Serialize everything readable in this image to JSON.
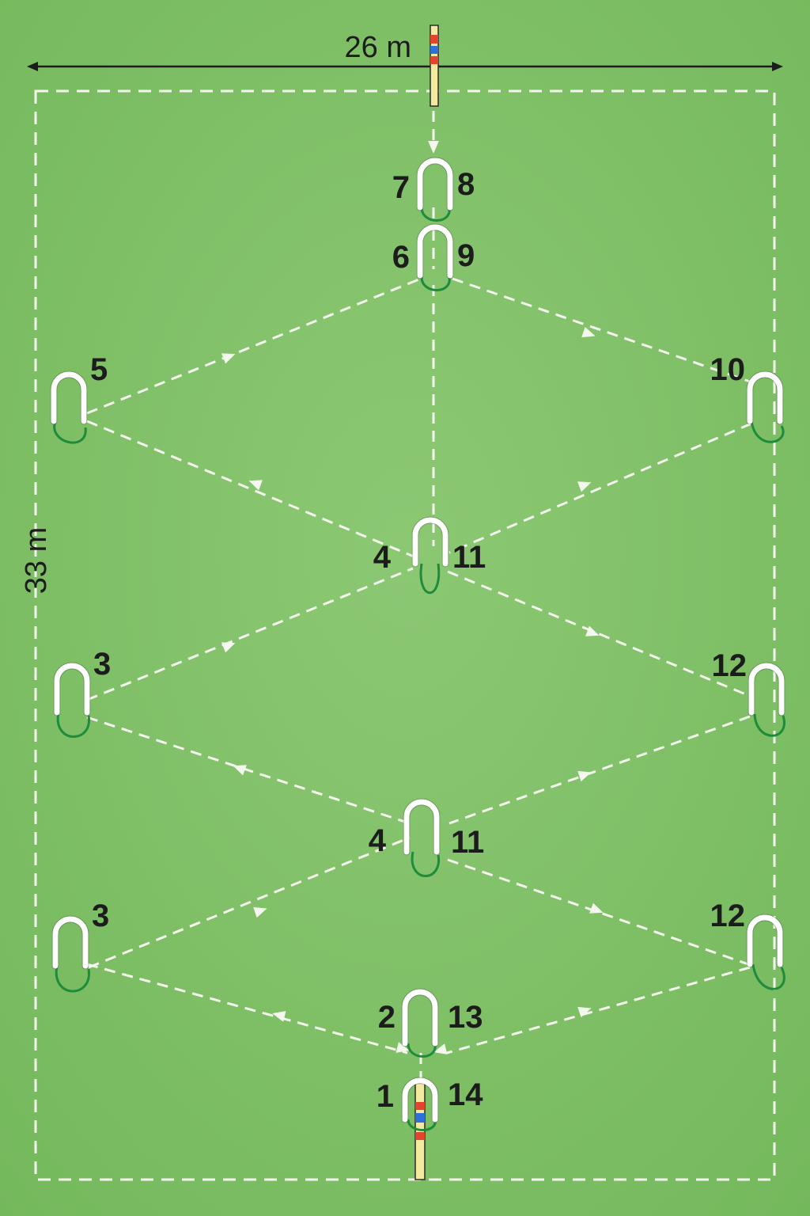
{
  "diagram": {
    "width_label": "26 m",
    "length_label": "33 m",
    "colors": {
      "grass": "#7fc066",
      "line": "#f4f7ee",
      "hoop": "#ffffff",
      "hoop_outline": "#2b2b2b",
      "hoop_base": "#1e8c3a",
      "stake_red": "#e2452e",
      "stake_blue": "#2f6fd8",
      "stake_yellow": "#f3eaa0"
    },
    "hoops": [
      {
        "id": "top-upper",
        "labels": [
          "7",
          "8"
        ]
      },
      {
        "id": "top-lower",
        "labels": [
          "6",
          "9"
        ]
      },
      {
        "id": "left-upper",
        "labels": [
          "5"
        ]
      },
      {
        "id": "right-upper",
        "labels": [
          "10"
        ]
      },
      {
        "id": "center-upper",
        "labels": [
          "4",
          "11"
        ]
      },
      {
        "id": "left-middle",
        "labels": [
          "3"
        ]
      },
      {
        "id": "right-middle",
        "labels": [
          "12"
        ]
      },
      {
        "id": "center-lower",
        "labels": [
          "4",
          "11"
        ]
      },
      {
        "id": "left-lower",
        "labels": [
          "3"
        ]
      },
      {
        "id": "right-lower",
        "labels": [
          "12"
        ]
      },
      {
        "id": "bottom-upper",
        "labels": [
          "2",
          "13"
        ]
      },
      {
        "id": "bottom-lower",
        "labels": [
          "1",
          "14"
        ]
      }
    ],
    "stakes": [
      "top-stake",
      "bottom-stake"
    ]
  }
}
